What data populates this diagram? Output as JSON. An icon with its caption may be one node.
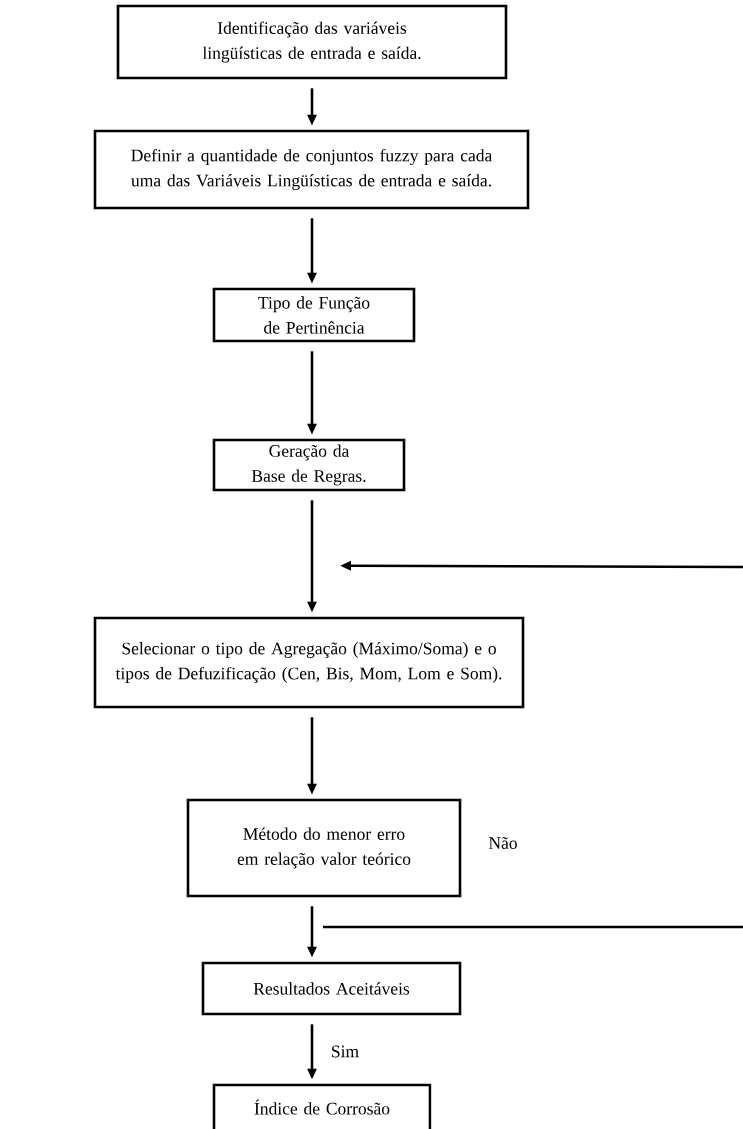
{
  "diagram": {
    "nodes": [
      {
        "text": [
          "Identificação das variáveis lingüísticas de entrada e saída."
        ]
      },
      {
        "text": [
          "Definir a quantidade de conjuntos fuzzy para cada uma das Variáveis Lingüísticas de entrada e saída."
        ]
      },
      {
        "text": [
          "Tipo de Função de Pertinência"
        ]
      },
      {
        "text": [
          "Geração da Base de Regras."
        ]
      },
      {
        "text": [
          "Selecionar o tipo de Agregação (Máximo/Soma) e o tipos de Defuzificação (Cen, Bis, Mom, Lom e Som)."
        ]
      },
      {
        "text": [
          "Método do menor erro em relação valor teórico"
        ]
      },
      {
        "text": [
          "Resultados Aceitáveis"
        ]
      },
      {
        "text": [
          "Índice de Corrosão"
        ]
      }
    ],
    "edges": [
      {
        "from": 0,
        "to": 1,
        "arrow": "to"
      },
      {
        "from": 1,
        "to": 2,
        "arrow": "to"
      },
      {
        "from": 2,
        "to": 3,
        "arrow": "to"
      },
      {
        "from": 3,
        "to": 4,
        "arrow": "to"
      },
      {
        "from": 4,
        "to": 5,
        "arrow": "to"
      },
      {
        "from": 5,
        "to": 6,
        "arrow": "to"
      },
      {
        "from": 6,
        "to": 7,
        "arrow": "to",
        "label": "Sim"
      },
      {
        "from": null,
        "to": 4,
        "arrow": "to",
        "label": "Não"
      }
    ]
  }
}
